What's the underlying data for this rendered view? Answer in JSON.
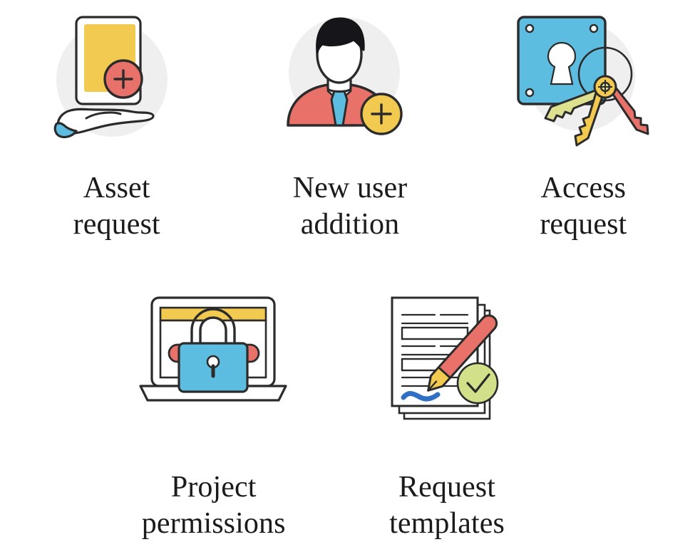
{
  "page": {
    "background_color": "#ffffff",
    "layout": "icon-grid",
    "rows": 2,
    "columns": 3
  },
  "palette": {
    "outline": "#2b2b2b",
    "grey_circle": "#efefef",
    "yellow": "#f2ca50",
    "red": "#e8726a",
    "blue": "#5cbde0",
    "green": "#d3e08a",
    "olive_key": "#dde08f",
    "ink_blue": "#2f6fc4",
    "hair_black": "#16161a",
    "text": "#1b1b1b",
    "white": "#ffffff"
  },
  "tiles": [
    {
      "id": "asset-request",
      "label": "Asset\nrequest",
      "icon": "hand-holding-card-plus-icon",
      "row": 1,
      "column": 1
    },
    {
      "id": "new-user-addition",
      "label": "New user\naddition",
      "icon": "user-add-icon",
      "row": 1,
      "column": 2
    },
    {
      "id": "access-request",
      "label": "Access\nrequest",
      "icon": "lock-plate-with-keys-icon",
      "row": 1,
      "column": 3
    },
    {
      "id": "project-permissions",
      "label": "Project\npermissions",
      "icon": "laptop-padlock-icon",
      "row": 2,
      "column": 1
    },
    {
      "id": "request-templates",
      "label": "Request\ntemplates",
      "icon": "documents-pen-check-icon",
      "row": 2,
      "column": 2
    }
  ]
}
